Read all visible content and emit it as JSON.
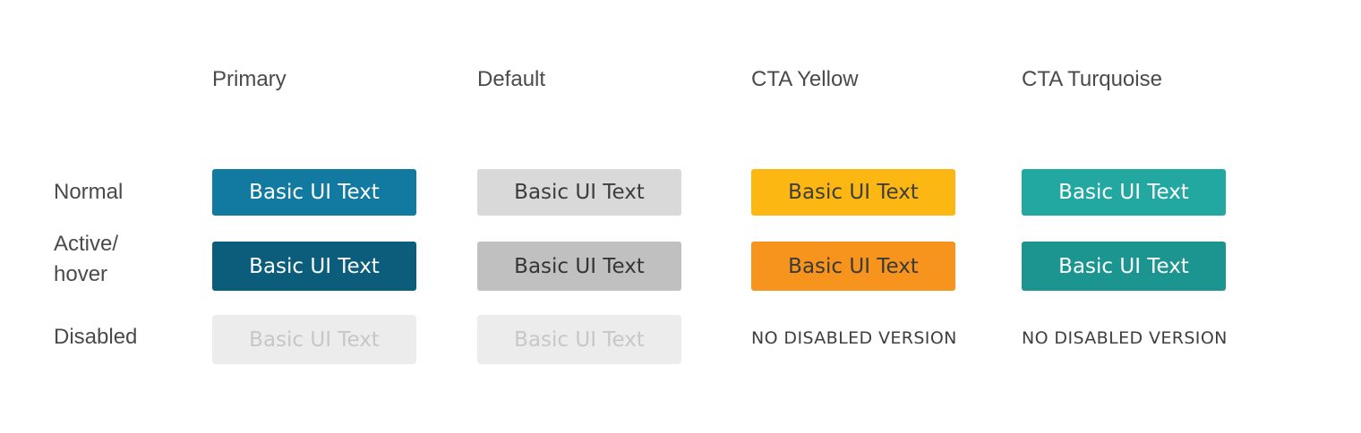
{
  "button_label": "Basic UI Text",
  "row_labels": [
    "Normal",
    "Active/\nhover",
    "Disabled"
  ],
  "columns": [
    {
      "header": "Primary",
      "states": {
        "normal": {
          "bg": "#1279a0",
          "fg": "#ffffff"
        },
        "active": {
          "bg": "#0b5d7b",
          "fg": "#ffffff"
        },
        "disabled": {
          "bg": "#ececec",
          "fg": "#c7c7c7"
        }
      }
    },
    {
      "header": "Default",
      "states": {
        "normal": {
          "bg": "#d9d9d9",
          "fg": "#3d3d3d"
        },
        "active": {
          "bg": "#c0c0c0",
          "fg": "#353535"
        },
        "disabled": {
          "bg": "#ececec",
          "fg": "#c7c7c7"
        }
      }
    },
    {
      "header": "CTA Yellow",
      "states": {
        "normal": {
          "bg": "#fdb713",
          "fg": "#3d3d3d"
        },
        "active": {
          "bg": "#f7941e",
          "fg": "#3a3a3a"
        }
      },
      "disabled_note": "NO DISABLED VERSION"
    },
    {
      "header": "CTA Turquoise",
      "states": {
        "normal": {
          "bg": "#23a8a1",
          "fg": "#ffffff"
        },
        "active": {
          "bg": "#1c948f",
          "fg": "#ffffff"
        }
      },
      "disabled_note": "NO DISABLED VERSION"
    }
  ],
  "text_colors": {
    "label": "#4a4a4a",
    "note": "#3f3f3f"
  }
}
